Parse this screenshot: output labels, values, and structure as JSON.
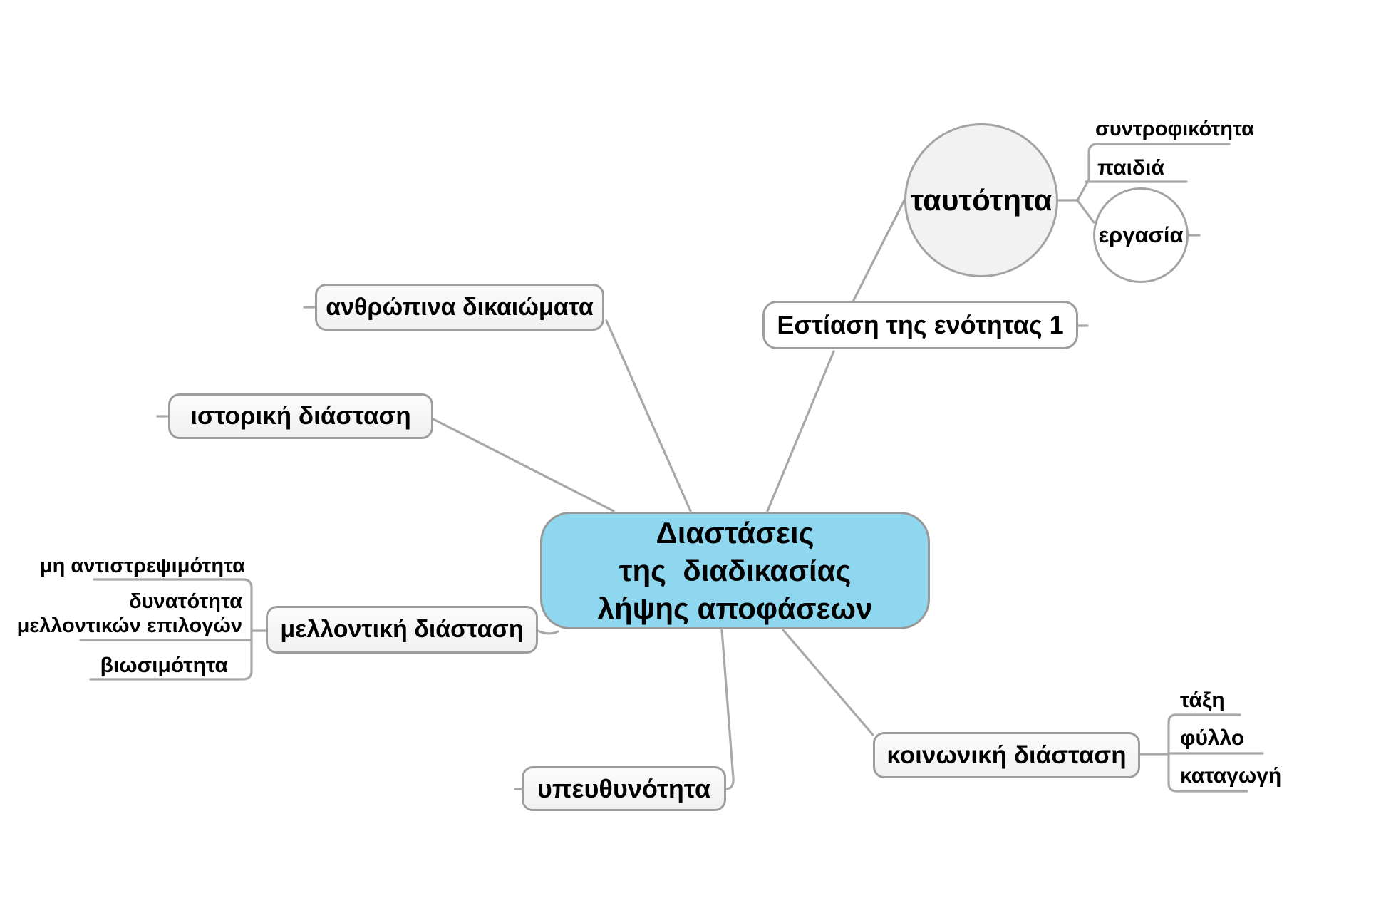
{
  "map": {
    "central": {
      "line1": "Διαστάσεις",
      "line2": "της  διαδικασίας",
      "line3": "λήψης αποφάσεων"
    },
    "nodes": {
      "tautotita": "ταυτότητα",
      "syntrofikotita": "συντροφικότητα",
      "paidia": "παιδιά",
      "ergasia": "εργασία",
      "estiasi": "Εστίαση της ενότητας 1",
      "anthropina": "ανθρώπινα δικαιώματα",
      "istoriki": "ιστορική διάσταση",
      "mellontiki": "μελλοντική διάσταση",
      "mi_antistrepsimotita": "μη αντιστρεψιμότητα",
      "dynatotita_mellontikon": "δυνατότητα μελλοντικών επιλογών",
      "viosimotita": "βιωσιμότητα",
      "ypefthynotita": "υπευθυνότητα",
      "koinoniki": "κοινωνική διάσταση",
      "taxi": "τάξη",
      "fyllo": "φύλλο",
      "katagogi": "καταγωγή"
    },
    "colors": {
      "central_fill": "#8ed7ef",
      "node_fill": "#f5f5f5",
      "border": "#9d9d9d",
      "line": "#a8a8a8"
    }
  }
}
